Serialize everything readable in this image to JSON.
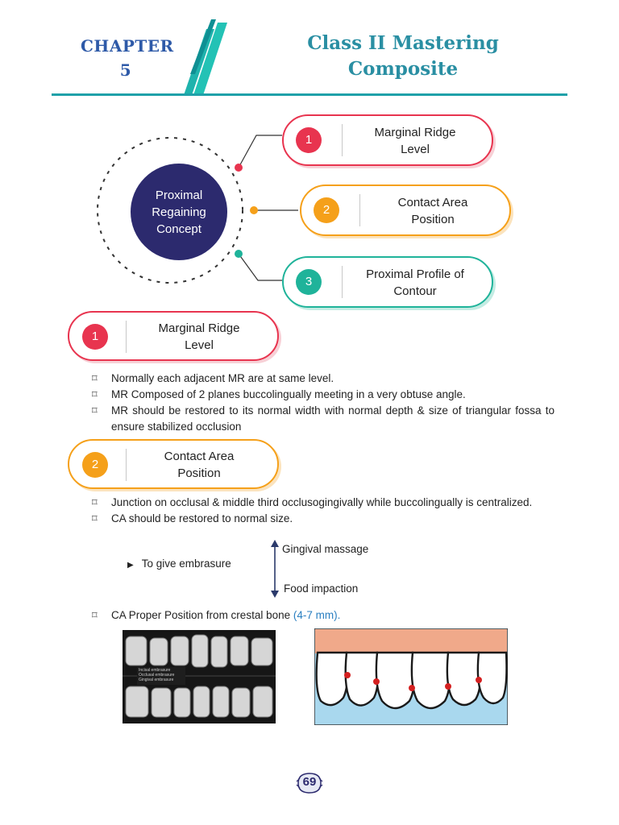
{
  "header": {
    "chapter_label": "CHAPTER",
    "chapter_number": "5",
    "title_line1": "Class II Mastering",
    "title_line2": "Composite"
  },
  "concept": {
    "center_lines": [
      "Proximal",
      "Regaining",
      "Concept"
    ],
    "items": [
      {
        "num": "1",
        "line1": "Marginal Ridge",
        "line2": "Level",
        "color": "#e8344f"
      },
      {
        "num": "2",
        "line1": "Contact Area",
        "line2": "Position",
        "color": "#f5a01a"
      },
      {
        "num": "3",
        "line1": "Proximal Profile of",
        "line2": "Contour",
        "color": "#1fb39a"
      }
    ],
    "center_color": "#2c2a6e"
  },
  "section1": {
    "num": "1",
    "line1": "Marginal Ridge",
    "line2": "Level",
    "bullets": [
      "Normally each adjacent MR are at same level.",
      "MR Composed of 2 planes buccolingually meeting in a very obtuse angle.",
      "MR should be restored to its normal width with normal depth & size of triangular fossa to ensure stabilized occlusion"
    ]
  },
  "section2": {
    "num": "2",
    "line1": "Contact Area",
    "line2": "Position",
    "bullets": [
      "Junction on occlusal & middle third occlusogingivally while buccolingually is centralized.",
      "CA should be restored to normal size."
    ],
    "embrasure_label": "To give embrasure",
    "up_label": "Gingival massage",
    "down_label": "Food impaction",
    "last_bullet_prefix": "CA Proper Position from crestal bone",
    "last_bullet_highlight": "(4-7 mm)."
  },
  "figures": {
    "xray_legend": [
      "Incisal embrasure",
      "Occlusal embrasure",
      "Gingival embrasure"
    ],
    "gum_color": "#f0a98a",
    "bone_color": "#a9d8ee"
  },
  "footer": {
    "page_number": "69"
  }
}
